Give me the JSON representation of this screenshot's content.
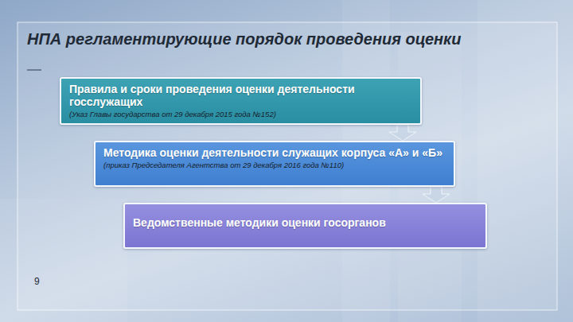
{
  "diagram": {
    "title": "НПА регламентирующие порядок проведения оценки",
    "nodes": [
      {
        "text": [
          "Правила и сроки проведения оценки деятельности госслужащих",
          "(Указ Главы государства от 29 декабря 2015 года №152)"
        ]
      },
      {
        "text": [
          "Методика оценки деятельности служащих корпуса «А» и «Б»",
          "(приказ Председателя Агентства от 29 декабря 2016 года №110)"
        ]
      },
      {
        "text": [
          "Ведомственные методики оценки госорганов"
        ]
      }
    ],
    "edges": [
      {
        "from": 0,
        "to": 1,
        "arrow": "to"
      },
      {
        "from": 1,
        "to": 2,
        "arrow": "to"
      }
    ],
    "labels": [
      "9"
    ]
  }
}
